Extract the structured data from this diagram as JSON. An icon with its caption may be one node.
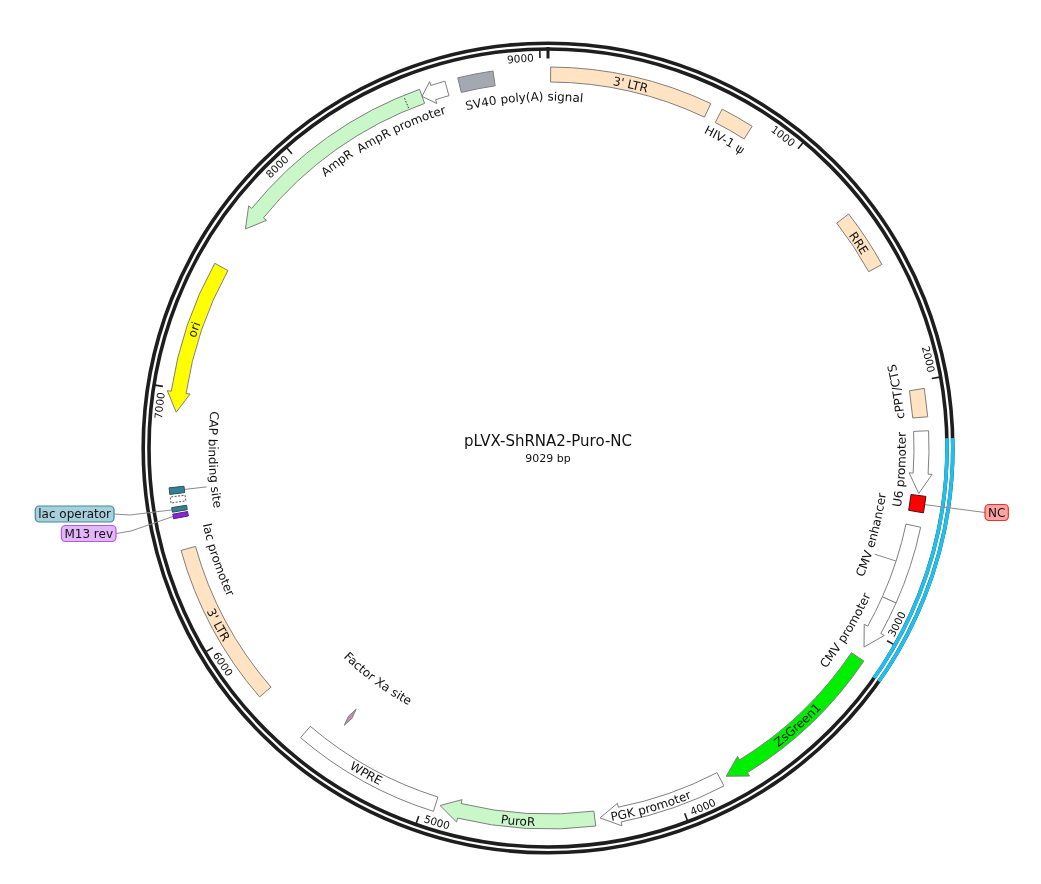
{
  "diagram": {
    "title": "pLVX-ShRNA2-Puro-NC",
    "nodes": [
      {
        "text": [
          "3' LTR"
        ]
      },
      {
        "text": [
          "HIV-1 ψ"
        ]
      },
      {
        "text": [
          "RRE"
        ]
      },
      {
        "text": [
          "cPPT/CTS"
        ]
      },
      {
        "text": [
          "U6 promoter"
        ]
      },
      {
        "text": [],
        "shape": "box"
      },
      {
        "text": [
          "NC"
        ]
      },
      {
        "text": [],
        "shape": "box"
      },
      {
        "text": [
          "CMV enhancer"
        ]
      },
      {
        "text": [
          "CMV promoter"
        ]
      },
      {
        "text": [
          "ZsGreen1"
        ]
      },
      {
        "text": [
          "PGK promoter"
        ]
      },
      {
        "text": [
          "PuroR"
        ]
      },
      {
        "text": [
          "WPRE"
        ]
      },
      {
        "text": [
          "Factor Xa site"
        ]
      },
      {
        "text": [
          "3' LTR"
        ]
      },
      {
        "text": [],
        "shape": "box"
      },
      {
        "text": [
          "M13 rev"
        ]
      },
      {
        "text": [],
        "shape": "box"
      },
      {
        "text": [
          "lac operator"
        ]
      },
      {
        "text": [
          "lac promoter"
        ]
      },
      {
        "text": [],
        "shape": "box"
      },
      {
        "text": [
          "CAP binding site"
        ]
      },
      {
        "text": [
          "ori"
        ]
      },
      {
        "text": [
          "AmpR"
        ]
      },
      {
        "text": [
          "AmpR promoter"
        ]
      },
      {
        "text": [
          "SV40 poly(A) signal"
        ]
      }
    ],
    "edges": [
      {
        "from": 6,
        "to": 5,
        "arrow": "none"
      },
      {
        "from": 8,
        "to": 7,
        "arrow": "none"
      },
      {
        "from": 17,
        "to": 16,
        "arrow": "none"
      },
      {
        "from": 19,
        "to": 18,
        "arrow": "none"
      },
      {
        "from": 22,
        "to": 21,
        "arrow": "none"
      }
    ],
    "labels": [
      "9029 bp",
      "1000",
      "2000",
      "3000",
      "4000",
      "5000",
      "6000",
      "7000",
      "8000",
      "9000"
    ]
  }
}
